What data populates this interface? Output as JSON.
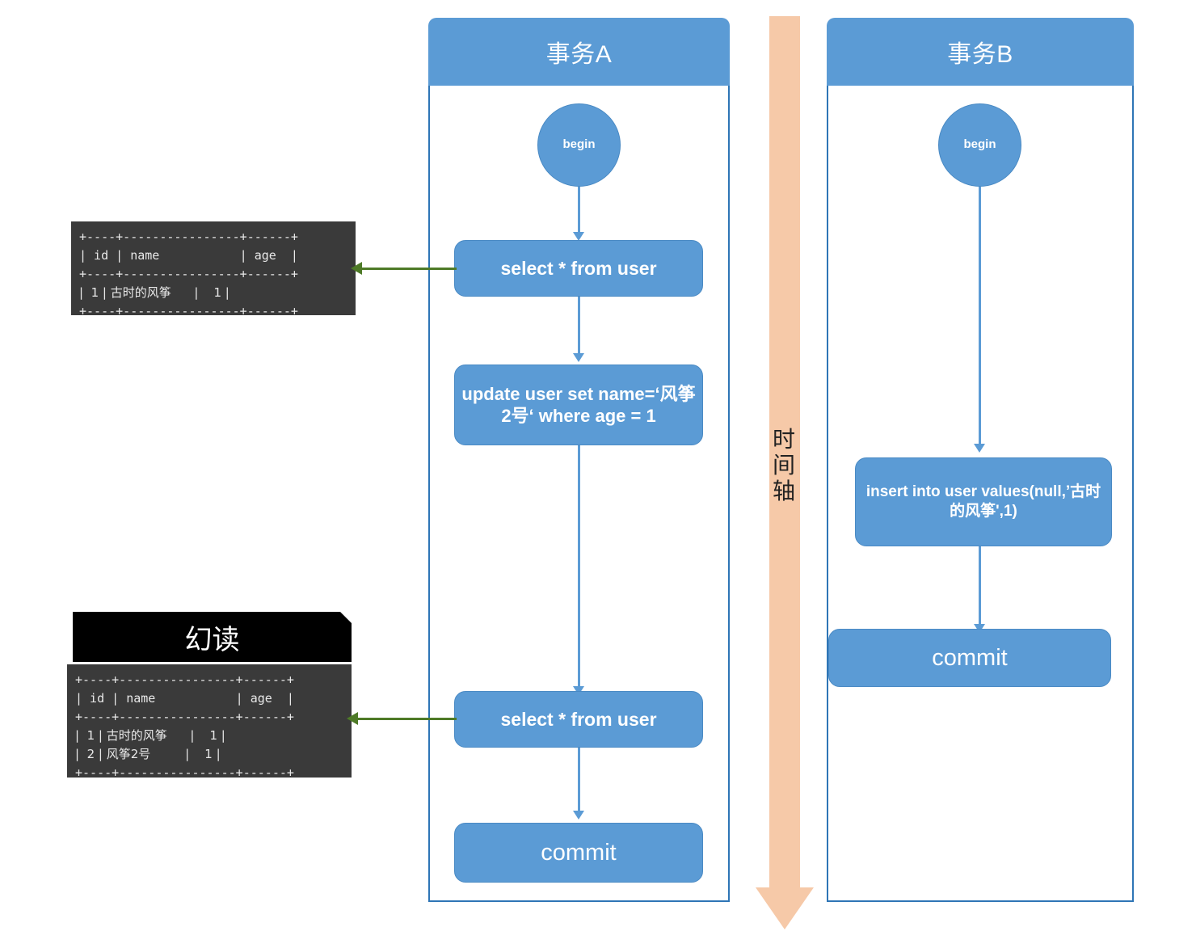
{
  "lanes": [
    {
      "id": "lane-a",
      "title": "事务A",
      "nodes": {
        "begin": "begin",
        "select1": "select * from user",
        "update": "update user set name=‘风筝2号‘ where age = 1",
        "select2": "select * from user",
        "commit": "commit"
      }
    },
    {
      "id": "lane-b",
      "title": "事务B",
      "nodes": {
        "begin": "begin",
        "insert": "insert into user values(null,’古时的风筝',1)",
        "commit": "commit"
      }
    }
  ],
  "time_axis": {
    "label_chars": "时\n间\n轴",
    "color": "#F6C9A8"
  },
  "results": {
    "first": {
      "rule": "+----+----------------+------+",
      "header": "| id | name           | age  |",
      "rows": [
        "|  1 | 古时的风筝      |    1 |"
      ]
    },
    "second": {
      "banner": "幻读",
      "rule": "+----+----------------+------+",
      "header": "| id | name           | age  |",
      "rows": [
        "|  1 | 古时的风筝      |    1 |",
        "|  2 | 风筝2号         |    1 |"
      ]
    }
  },
  "colors": {
    "node_blue": "#5B9BD5",
    "lane_border": "#2E75B6",
    "green_arrow": "#4E7A27",
    "terminal_bg": "#3A3A3A",
    "banner_bg": "#000000",
    "time_axis": "#F6C9A8"
  }
}
